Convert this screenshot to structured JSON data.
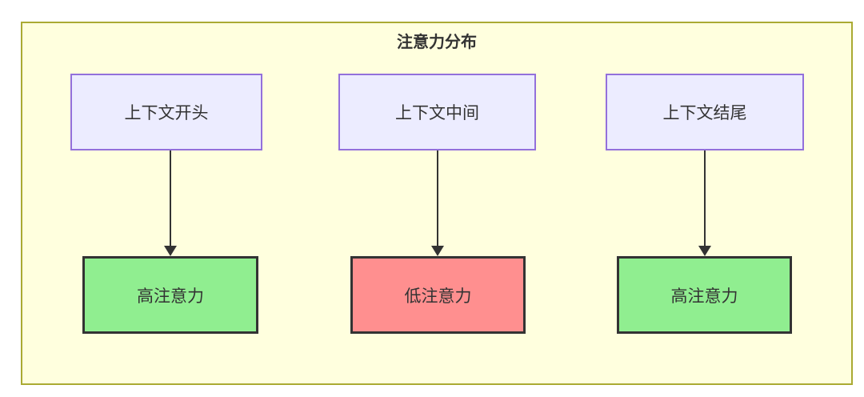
{
  "diagram": {
    "type": "flowchart",
    "cluster_title": "注意力分布",
    "top_nodes": [
      {
        "label": "上下文开头"
      },
      {
        "label": "上下文中间"
      },
      {
        "label": "上下文结尾"
      }
    ],
    "bottom_nodes": [
      {
        "label": "高注意力",
        "level": "high"
      },
      {
        "label": "低注意力",
        "level": "low"
      },
      {
        "label": "高注意力",
        "level": "high"
      }
    ],
    "edges": [
      {
        "from": "上下文开头",
        "to": "高注意力"
      },
      {
        "from": "上下文中间",
        "to": "低注意力"
      },
      {
        "from": "上下文结尾",
        "to": "高注意力"
      }
    ],
    "colors": {
      "cluster_fill": "#ffffde",
      "cluster_border": "#aaaa33",
      "context_node_fill": "#ececff",
      "context_node_border": "#9370db",
      "high_attention_fill": "#90ee90",
      "low_attention_fill": "#ff8f8f",
      "result_node_border": "#333333",
      "edge_color": "#333333",
      "text_color": "#333333"
    }
  }
}
